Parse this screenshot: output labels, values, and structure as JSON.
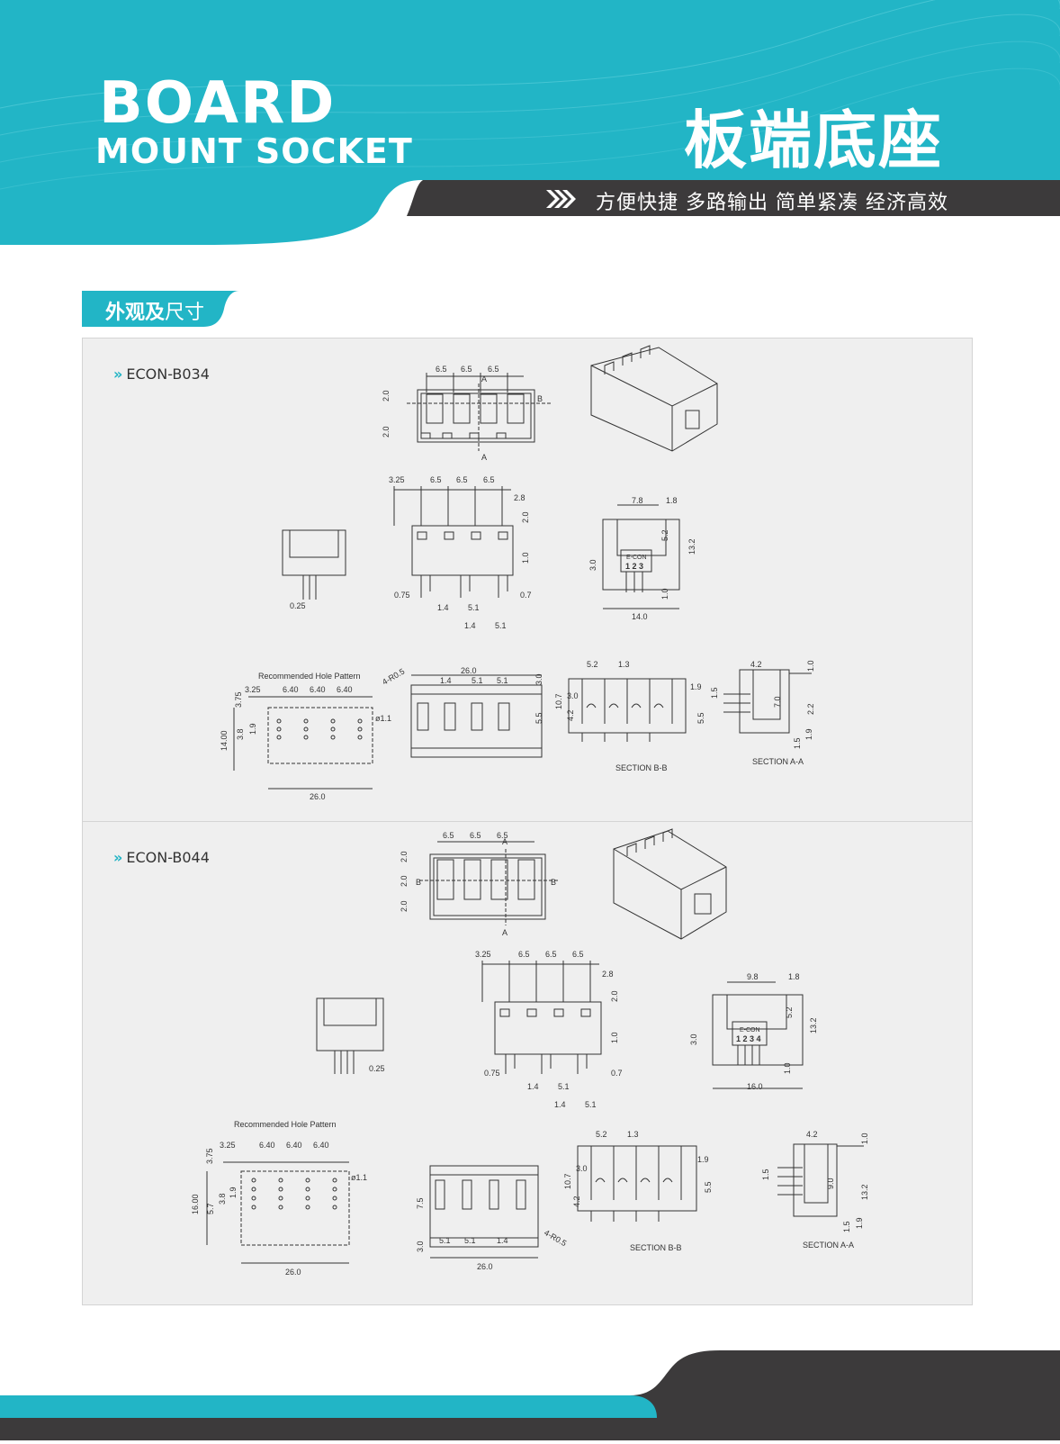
{
  "header": {
    "title_en_line1": "BOARD",
    "title_en_line2": "MOUNT SOCKET",
    "title_cn": "板端底座",
    "slogan": "方便快捷 多路输出 简单紧凑 经济高效",
    "colors": {
      "teal": "#22b5c6",
      "dark": "#3c3a3b"
    }
  },
  "section": {
    "title_bold": "外观及",
    "title_light": "尺寸"
  },
  "products": [
    {
      "model": "ECON-B034",
      "top_dims": [
        "6.5",
        "6.5",
        "6.5",
        "2.0",
        "2.0",
        "A",
        "B",
        "A"
      ],
      "front_dims": [
        "3.25",
        "6.5",
        "6.5",
        "6.5",
        "2.8",
        "2.0",
        "1.0",
        "0.75",
        "1.4",
        "5.1",
        "0.7",
        "1.4",
        "5.1"
      ],
      "side_small_dims": [
        "0.25"
      ],
      "side_dims": [
        "7.8",
        "1.8",
        "5.2",
        "13.2",
        "3.0",
        "1.0",
        "14.0"
      ],
      "side_label_line1": "E-CON",
      "side_label_line2": "1 2 3",
      "hole_pattern_title": "Recommended Hole Pattern",
      "hole_dims": [
        "3.25",
        "6.40",
        "6.40",
        "6.40",
        "3.75",
        "1.9",
        "3.8",
        "14.00",
        "ø1.1",
        "26.0"
      ],
      "bottom_dims": [
        "26.0",
        "1.4",
        "5.1",
        "5.1",
        "3.0",
        "5.5",
        "4-R0.5"
      ],
      "section_b_dims": [
        "5.2",
        "1.3",
        "3.0",
        "10.7",
        "4.2",
        "1.9",
        "5.5"
      ],
      "section_a_dims": [
        "4.2",
        "1.0",
        "1.5",
        "7.0",
        "2.2",
        "1.5",
        "1.9"
      ],
      "section_b_label": "SECTION B-B",
      "section_a_label": "SECTION A-A"
    },
    {
      "model": "ECON-B044",
      "top_dims": [
        "6.5",
        "6.5",
        "6.5",
        "2.0",
        "2.0",
        "2.0",
        "A",
        "B",
        "B",
        "A"
      ],
      "front_dims": [
        "3.25",
        "6.5",
        "6.5",
        "6.5",
        "2.8",
        "2.0",
        "1.0",
        "0.75",
        "1.4",
        "5.1",
        "0.7",
        "1.4",
        "5.1"
      ],
      "side_small_dims": [
        "0.25"
      ],
      "side_dims": [
        "9.8",
        "1.8",
        "5.2",
        "13.2",
        "3.0",
        "1.0",
        "16.0"
      ],
      "side_label_line1": "E-CON",
      "side_label_line2": "1 2 3 4",
      "hole_pattern_title": "Recommended Hole Pattern",
      "hole_dims": [
        "3.25",
        "6.40",
        "6.40",
        "6.40",
        "3.75",
        "1.9",
        "3.8",
        "5.7",
        "16.00",
        "ø1.1",
        "26.0"
      ],
      "bottom_dims": [
        "7.5",
        "3.0",
        "5.1",
        "5.1",
        "1.4",
        "26.0",
        "4-R0.5"
      ],
      "section_b_dims": [
        "5.2",
        "1.3",
        "1.9",
        "3.0",
        "10.7",
        "4.2",
        "5.5"
      ],
      "section_a_dims": [
        "4.2",
        "1.0",
        "1.5",
        "9.0",
        "13.2",
        "1.5",
        "1.9"
      ],
      "section_b_label": "SECTION B-B",
      "section_a_label": "SECTION A-A"
    }
  ]
}
